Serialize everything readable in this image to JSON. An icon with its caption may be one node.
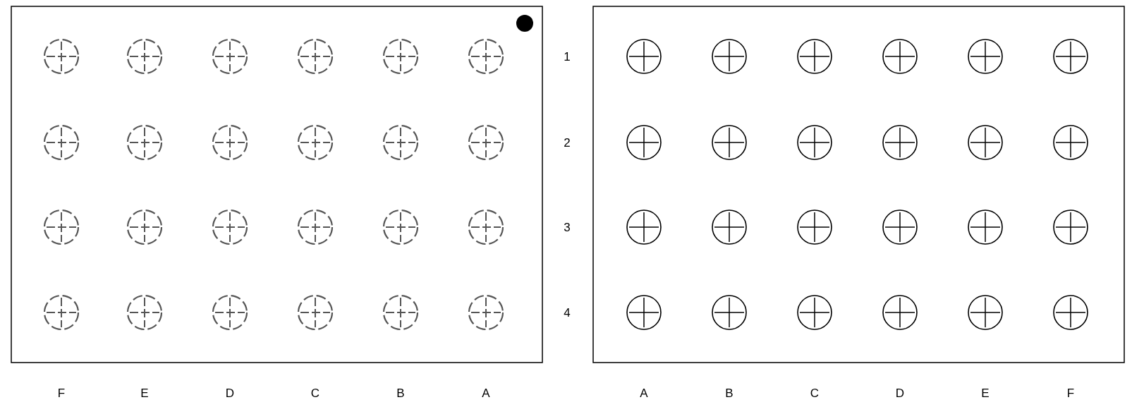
{
  "diagram": {
    "labels": [
      "1",
      "2",
      "3",
      "4",
      "F",
      "E",
      "D",
      "C",
      "B",
      "A",
      "A",
      "B",
      "C",
      "D",
      "E",
      "F"
    ]
  }
}
